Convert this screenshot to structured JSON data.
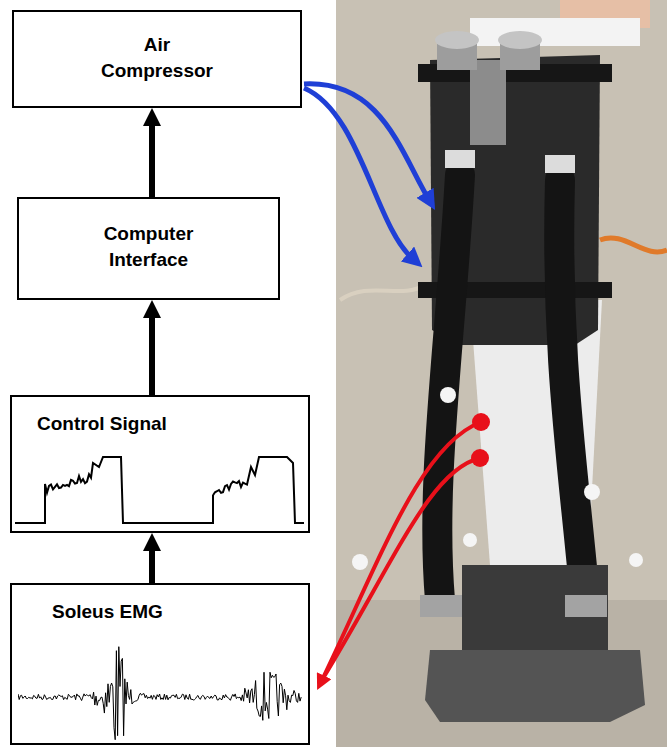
{
  "diagram": {
    "nodes": [
      {
        "text": [
          "Air Compressor"
        ]
      },
      {
        "text": [
          "Computer Interface"
        ]
      },
      {
        "text": [
          "Control Signal"
        ]
      },
      {
        "text": [
          "Soleus EMG"
        ]
      }
    ],
    "edges": [
      {
        "from": 3,
        "to": 2,
        "arrow": "to"
      },
      {
        "from": 2,
        "to": 1,
        "arrow": "to"
      },
      {
        "from": 1,
        "to": 0,
        "arrow": "to"
      }
    ]
  }
}
